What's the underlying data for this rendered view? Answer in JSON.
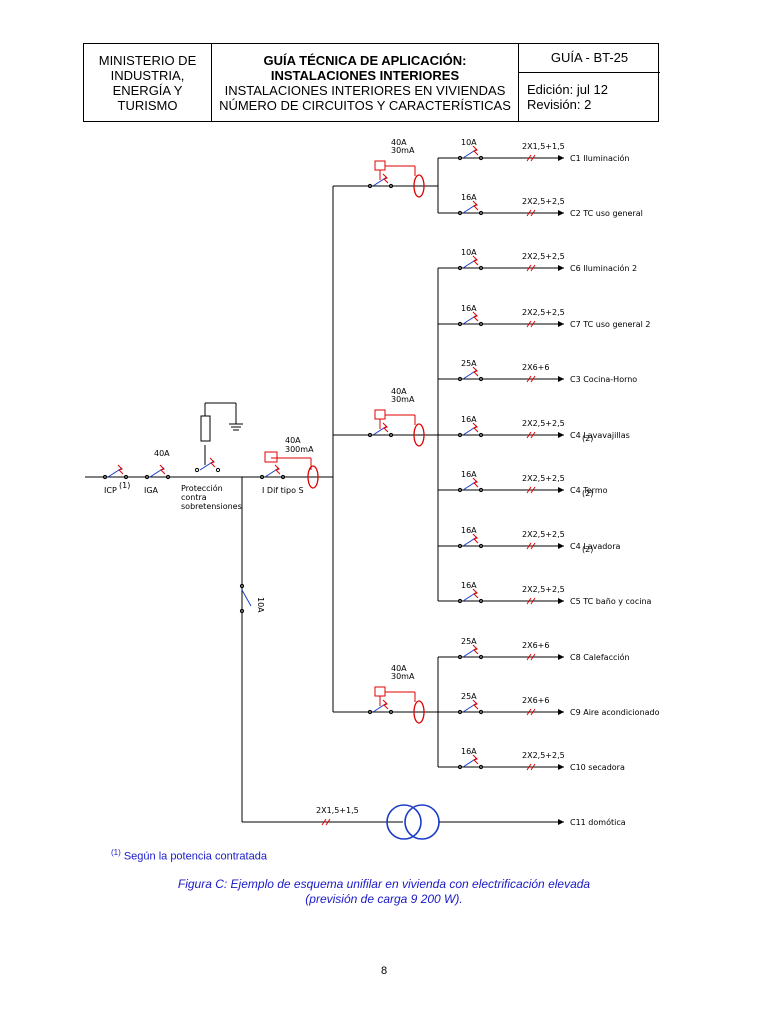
{
  "header": {
    "left_lines": [
      "MINISTERIO DE",
      "INDUSTRIA,",
      "ENERGÍA Y",
      "TURISMO"
    ],
    "title_1": "GUÍA TÉCNICA DE APLICACIÓN:",
    "title_2": "INSTALACIONES INTERIORES",
    "subtitle_1": "INSTALACIONES INTERIORES EN VIVIENDAS",
    "subtitle_2": "NÚMERO DE CIRCUITOS Y CARACTERÍSTICAS",
    "guide_code": "GUÍA - BT-25",
    "edition": "Edición: jul 12",
    "revision": "Revisión: 2"
  },
  "diagram": {
    "icp_label": "ICP",
    "icp_note": "(1)",
    "iga_label": "IGA",
    "iga_rating": "40A",
    "surge_label_lines": [
      "Protección",
      "contra",
      "sobretensiones"
    ],
    "main_dif_rating_1": "40A",
    "main_dif_rating_2": "300mA",
    "main_dif_label": "I Dif tipo S",
    "aux_breaker_rating": "10A",
    "domotic_cable": "2X1,5+1,5",
    "groups": [
      {
        "rating_1": "40A",
        "rating_2": "30mA",
        "circuits": [
          {
            "breaker": "10A",
            "cable": "2X1,5+1,5",
            "name": "C1 Iluminación"
          },
          {
            "breaker": "16A",
            "cable": "2X2,5+2,5",
            "name": "C2 TC uso general"
          }
        ]
      },
      {
        "rating_1": "40A",
        "rating_2": "30mA",
        "circuits": [
          {
            "breaker": "10A",
            "cable": "2X2,5+2,5",
            "name": "C6 Iluminación 2"
          },
          {
            "breaker": "16A",
            "cable": "2X2,5+2,5",
            "name": "C7 TC uso general 2"
          },
          {
            "breaker": "25A",
            "cable": "2X6+6",
            "name": "C3 Cocina-Horno"
          },
          {
            "breaker": "16A",
            "cable": "2X2,5+2,5",
            "name": "C4 Lavavajillas",
            "sub": "(2)"
          },
          {
            "breaker": "16A",
            "cable": "2X2,5+2,5",
            "name": "C4 Termo",
            "sub": "(2)"
          },
          {
            "breaker": "16A",
            "cable": "2X2,5+2,5",
            "name": "C4 Lavadora",
            "sub": "(2)"
          },
          {
            "breaker": "16A",
            "cable": "2X2,5+2,5",
            "name": "C5 TC baño y cocina"
          }
        ]
      },
      {
        "rating_1": "40A",
        "rating_2": "30mA",
        "circuits": [
          {
            "breaker": "25A",
            "cable": "2X6+6",
            "name": "C8 Calefacción"
          },
          {
            "breaker": "25A",
            "cable": "2X6+6",
            "name": "C9 Aire acondicionado"
          },
          {
            "breaker": "16A",
            "cable": "2X2,5+2,5",
            "name": "C10 secadora"
          }
        ]
      }
    ],
    "domotic_name": "C11 domótica"
  },
  "footnote": {
    "mark": "(1)",
    "text": " Según la potencia contratada"
  },
  "caption_line_1": "Figura C: Ejemplo de esquema unifilar en vivienda con electrificación elevada",
  "caption_line_2": "(previsión de carga 9 200 W).",
  "page_number": "8"
}
